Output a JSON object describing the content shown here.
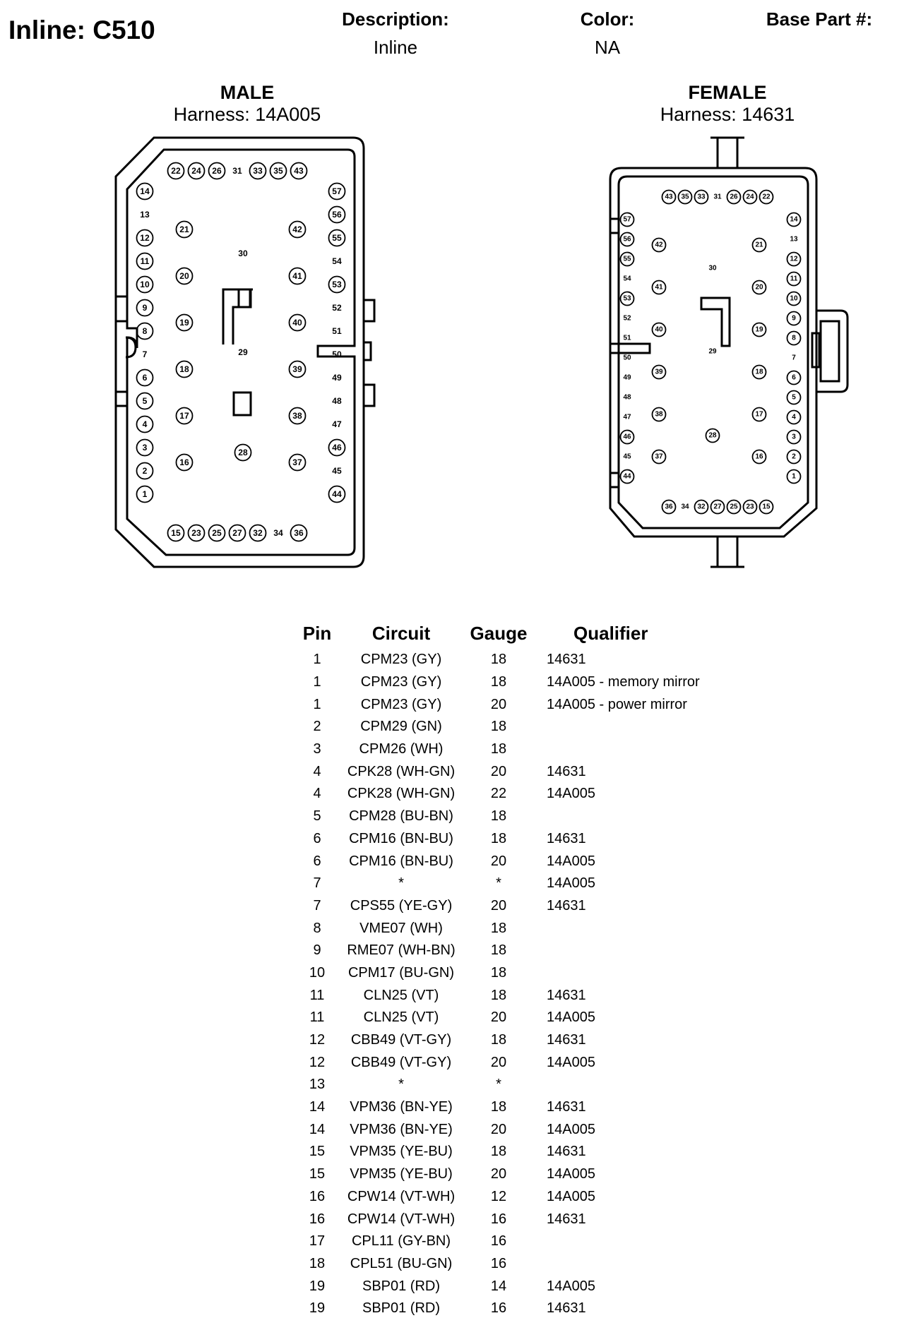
{
  "header": {
    "title": "Inline: C510",
    "description_label": "Description:",
    "description_value": "Inline",
    "color_label": "Color:",
    "color_value": "NA",
    "base_part_label": "Base Part #:",
    "base_part_value": ""
  },
  "male": {
    "label": "MALE",
    "harness": "Harness: 14A005",
    "top_row": [
      "22",
      "24",
      "26",
      "31",
      "33",
      "35",
      "43"
    ],
    "bottom_row": [
      "15",
      "23",
      "25",
      "27",
      "32",
      "34",
      "36"
    ],
    "left_col": [
      "14",
      "13",
      "12",
      "11",
      "10",
      "9",
      "8",
      "7",
      "6",
      "5",
      "4",
      "3",
      "2",
      "1"
    ],
    "right_col": [
      "57",
      "56",
      "55",
      "54",
      "53",
      "52",
      "51",
      "50",
      "49",
      "48",
      "47",
      "46",
      "45",
      "44"
    ],
    "inner_left": [
      "21",
      "20",
      "19",
      "18",
      "17",
      "16"
    ],
    "inner_right": [
      "42",
      "41",
      "40",
      "39",
      "38",
      "37"
    ],
    "center": [
      "30",
      "29",
      "28"
    ],
    "plain_pins": [
      "31",
      "34",
      "13",
      "7",
      "54",
      "52",
      "51",
      "50",
      "49",
      "48",
      "47",
      "45",
      "30",
      "29"
    ]
  },
  "female": {
    "label": "FEMALE",
    "harness": "Harness: 14631",
    "top_row": [
      "43",
      "35",
      "33",
      "31",
      "26",
      "24",
      "22"
    ],
    "bottom_row": [
      "36",
      "34",
      "32",
      "27",
      "25",
      "23",
      "15"
    ],
    "left_col": [
      "57",
      "56",
      "55",
      "54",
      "53",
      "52",
      "51",
      "50",
      "49",
      "48",
      "47",
      "46",
      "45",
      "44"
    ],
    "right_col": [
      "14",
      "13",
      "12",
      "11",
      "10",
      "9",
      "8",
      "7",
      "6",
      "5",
      "4",
      "3",
      "2",
      "1"
    ],
    "inner_left": [
      "42",
      "41",
      "40",
      "39",
      "38",
      "37"
    ],
    "inner_right": [
      "21",
      "20",
      "19",
      "18",
      "17",
      "16"
    ],
    "center": [
      "30",
      "29",
      "28"
    ],
    "plain_pins": [
      "31",
      "34",
      "13",
      "7",
      "54",
      "52",
      "51",
      "50",
      "49",
      "48",
      "47",
      "45",
      "30",
      "29"
    ]
  },
  "table": {
    "headers": [
      "Pin",
      "Circuit",
      "Gauge",
      "Qualifier"
    ],
    "rows": [
      [
        "1",
        "CPM23 (GY)",
        "18",
        "14631"
      ],
      [
        "1",
        "CPM23 (GY)",
        "18",
        "14A005 - memory mirror"
      ],
      [
        "1",
        "CPM23 (GY)",
        "20",
        "14A005 - power mirror"
      ],
      [
        "2",
        "CPM29 (GN)",
        "18",
        ""
      ],
      [
        "3",
        "CPM26 (WH)",
        "18",
        ""
      ],
      [
        "4",
        "CPK28 (WH-GN)",
        "20",
        "14631"
      ],
      [
        "4",
        "CPK28 (WH-GN)",
        "22",
        "14A005"
      ],
      [
        "5",
        "CPM28 (BU-BN)",
        "18",
        ""
      ],
      [
        "6",
        "CPM16 (BN-BU)",
        "18",
        "14631"
      ],
      [
        "6",
        "CPM16 (BN-BU)",
        "20",
        "14A005"
      ],
      [
        "7",
        "*",
        "*",
        "14A005"
      ],
      [
        "7",
        "CPS55 (YE-GY)",
        "20",
        "14631"
      ],
      [
        "8",
        "VME07 (WH)",
        "18",
        ""
      ],
      [
        "9",
        "RME07 (WH-BN)",
        "18",
        ""
      ],
      [
        "10",
        "CPM17 (BU-GN)",
        "18",
        ""
      ],
      [
        "11",
        "CLN25 (VT)",
        "18",
        "14631"
      ],
      [
        "11",
        "CLN25 (VT)",
        "20",
        "14A005"
      ],
      [
        "12",
        "CBB49 (VT-GY)",
        "18",
        "14631"
      ],
      [
        "12",
        "CBB49 (VT-GY)",
        "20",
        "14A005"
      ],
      [
        "13",
        "*",
        "*",
        ""
      ],
      [
        "14",
        "VPM36 (BN-YE)",
        "18",
        "14631"
      ],
      [
        "14",
        "VPM36 (BN-YE)",
        "20",
        "14A005"
      ],
      [
        "15",
        "VPM35 (YE-BU)",
        "18",
        "14631"
      ],
      [
        "15",
        "VPM35 (YE-BU)",
        "20",
        "14A005"
      ],
      [
        "16",
        "CPW14 (VT-WH)",
        "12",
        "14A005"
      ],
      [
        "16",
        "CPW14 (VT-WH)",
        "16",
        "14631"
      ],
      [
        "17",
        "CPL11 (GY-BN)",
        "16",
        ""
      ],
      [
        "18",
        "CPL51 (BU-GN)",
        "16",
        ""
      ],
      [
        "19",
        "SBP01 (RD)",
        "14",
        "14A005"
      ],
      [
        "19",
        "SBP01 (RD)",
        "16",
        "14631"
      ]
    ]
  }
}
